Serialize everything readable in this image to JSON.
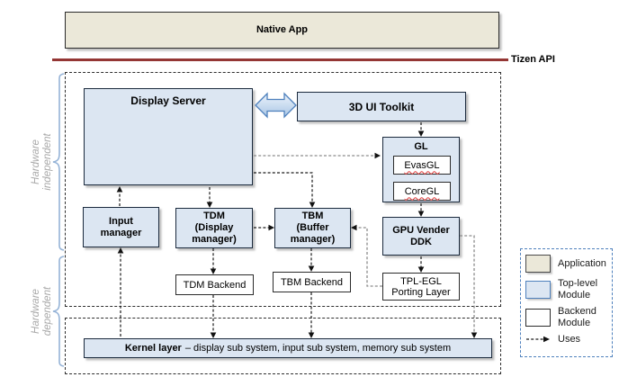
{
  "top": {
    "native_app": "Native App",
    "tizen_api": "Tizen API"
  },
  "regions": {
    "independent": {
      "line1": "Hardware",
      "line2": "independent"
    },
    "dependent": {
      "line1": "Hardware",
      "line2": "dependent"
    }
  },
  "modules": {
    "display_server": {
      "label": "Display Server"
    },
    "toolkit": {
      "label": "3D UI Toolkit"
    },
    "gl": {
      "label": "GL",
      "evasgl": "EvasGL",
      "coregl": "CoreGL"
    },
    "input_manager": {
      "line1": "Input",
      "line2": "manager"
    },
    "tdm": {
      "line1": "TDM",
      "line2": "(Display",
      "line3": "manager)"
    },
    "tbm": {
      "line1": "TBM",
      "line2": "(Buffer",
      "line3": "manager)"
    },
    "gpu_ddk": {
      "line1": "GPU Vender",
      "line2": "DDK"
    },
    "tdm_backend": {
      "label": "TDM  Backend"
    },
    "tbm_backend": {
      "label": "TBM  Backend"
    },
    "tpl_egl": {
      "line1": "TPL-EGL",
      "line2": "Porting Layer"
    },
    "kernel": {
      "title": "Kernel layer",
      "detail": "– display sub system, input sub system, memory sub system"
    }
  },
  "legend": {
    "application": "Application",
    "top_level_line1": "Top-level",
    "top_level_line2": "Module",
    "backend_line1": "Backend",
    "backend_line2": "Module",
    "uses": "Uses"
  },
  "colors": {
    "application_fill": "#ebe8d9",
    "top_level_module_fill": "#dce6f2",
    "backend_module_fill": "#ffffff",
    "module_border": "#1b2a3d",
    "tizen_api_line": "#943634",
    "legend_border": "#4f81bd",
    "brace": "#95b3d7",
    "side_label_text": "#a9a9a9",
    "connector_black": "#1a1a1a",
    "connector_gray": "#8c8c8c",
    "spellcheck_wavy": "#e03a3a"
  }
}
